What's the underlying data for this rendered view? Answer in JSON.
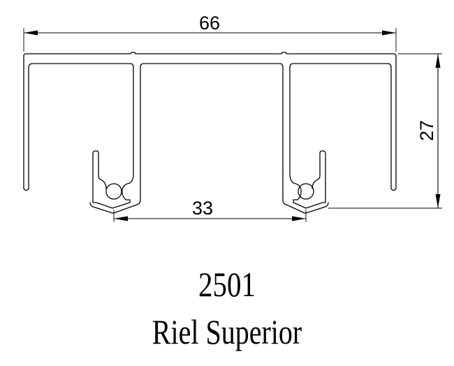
{
  "dimensions": {
    "overall_width": "66",
    "height": "27",
    "channel_spacing": "33"
  },
  "caption": {
    "code": "2501",
    "name": "Riel Superior"
  }
}
